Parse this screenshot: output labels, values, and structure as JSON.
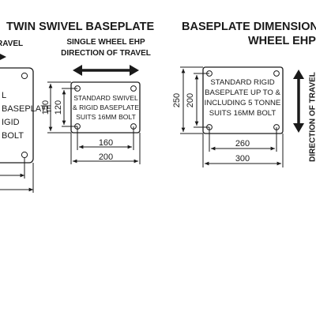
{
  "titles": {
    "left": "TWIN SWIVEL BASEPLATE",
    "right_line1": "BASEPLATE DIMENSION",
    "right_line2": "WHEEL EHP"
  },
  "left_panel": {
    "travel_partial": "RAVEL",
    "plate_partial_lines": [
      "L",
      "BASEPLATE",
      "IGID",
      "BOLT"
    ]
  },
  "middle_panel": {
    "heading_line1": "SINGLE WHEEL EHP",
    "heading_line2": "DIRECTION OF TRAVEL",
    "plate_lines": [
      "STANDARD SWIVEL",
      "& RIGID BASEPLATE",
      "SUITS 16MM BOLT"
    ],
    "dims": {
      "outer_height": "150",
      "hole_height": "120",
      "hole_width": "160",
      "outer_width": "200"
    }
  },
  "right_panel": {
    "plate_lines": [
      "STANDARD RIGID",
      "BASEPLATE UP TO  &",
      "INCLUDING 5 TONNE",
      "SUITS 16MM BOLT"
    ],
    "dims": {
      "outer_height": "250",
      "hole_height": "200",
      "hole_width": "260",
      "outer_width": "300"
    },
    "vertical_label": "DIRECTION OF TRAVEL"
  },
  "colors": {
    "ink": "#1a1a1a",
    "background": "#ffffff"
  }
}
